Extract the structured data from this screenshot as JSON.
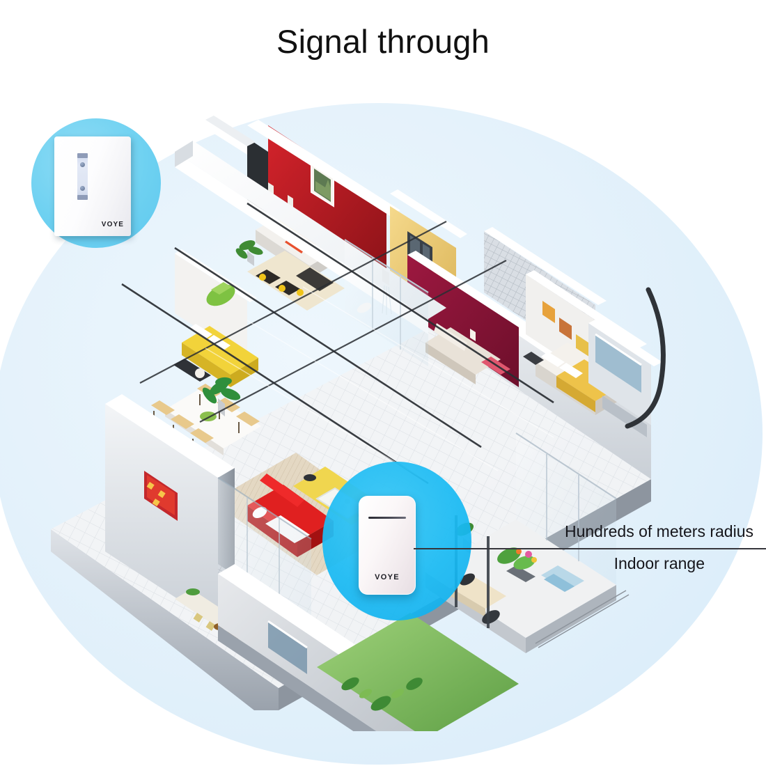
{
  "title": "Signal through",
  "colors": {
    "background": "#ffffff",
    "halo_tint": "#e4f2fb",
    "callout_cyan_top": "#6fd3f2",
    "callout_cyan_bottom": "#19baf3",
    "text": "#15151a",
    "rule": "#35353b"
  },
  "callouts": {
    "receiver": {
      "name": "wireless-doorbell-receiver",
      "brand": "VOYE",
      "circle_color": "#6fd3f2"
    },
    "transmitter": {
      "name": "wireless-doorbell-push-button",
      "brand": "VOYE",
      "circle_color": "#19baf3"
    }
  },
  "annotations": {
    "range_outdoor": "Hundreds of meters radius",
    "range_indoor": "Indoor range"
  },
  "scene": {
    "description": "cutaway 3d apartment floor plan",
    "rooms": [
      "living room",
      "bedroom",
      "master bedroom",
      "dining room",
      "kitchen",
      "bathroom",
      "balcony",
      "garden terrace"
    ]
  }
}
